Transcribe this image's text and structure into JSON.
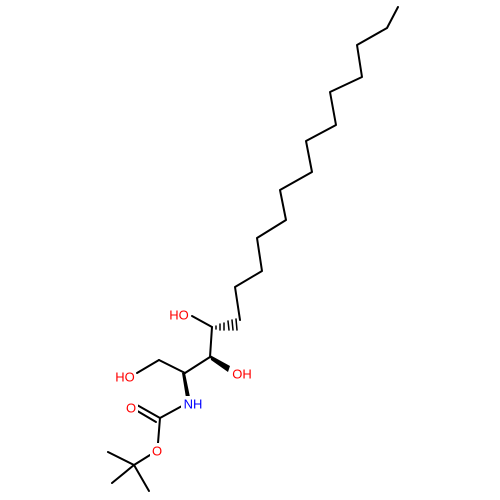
{
  "molecule": {
    "atoms": {
      "oh_top": {
        "text": "HO",
        "color": "#ff0000"
      },
      "oh_mid": {
        "text": "OH",
        "color": "#ff0000"
      },
      "oh_left": {
        "text": "HO",
        "color": "#ff0000"
      },
      "nh": {
        "text": "NH",
        "color": "#0000ff"
      },
      "o_carbonyl": {
        "text": "O",
        "color": "#ff0000"
      },
      "o_ester": {
        "text": "O",
        "color": "#ff0000"
      }
    },
    "colors": {
      "bond": "#000000",
      "oxygen": "#ff0000",
      "nitrogen": "#0000ff"
    }
  }
}
